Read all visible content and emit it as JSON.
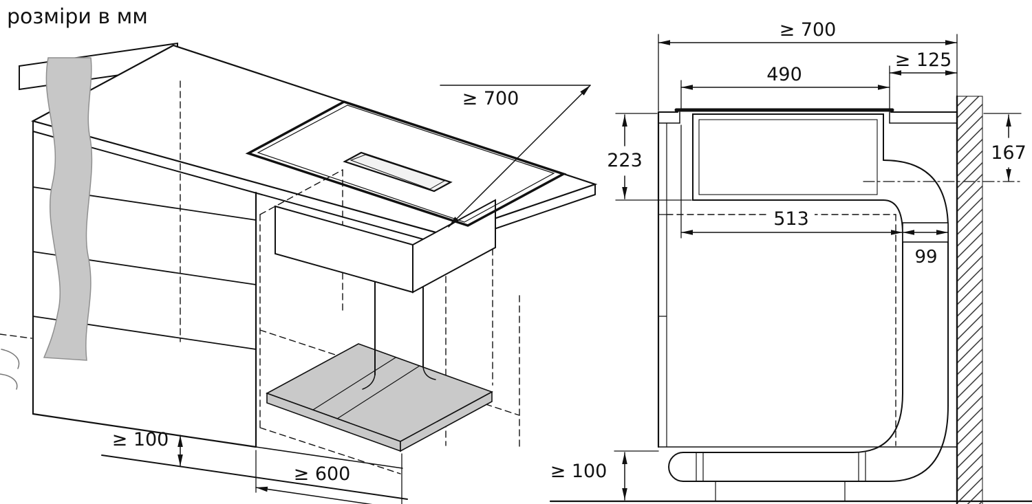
{
  "title": "розміри в мм",
  "views": {
    "perspective": {
      "dims": {
        "worktop_depth": "≥ 700",
        "plinth_height": "≥ 100",
        "cabinet_width": "≥ 600"
      }
    },
    "section": {
      "dims": {
        "worktop_depth": "≥ 700",
        "wall_clearance": "≥ 125",
        "cutout_width": "490",
        "appliance_height": "223",
        "outlet_offset": "167",
        "appliance_depth": "513",
        "duct_width": "99",
        "plinth_height": "≥ 100"
      }
    }
  },
  "colors": {
    "line": "#111111",
    "shade": "#c9c9c9",
    "background": "#ffffff"
  }
}
